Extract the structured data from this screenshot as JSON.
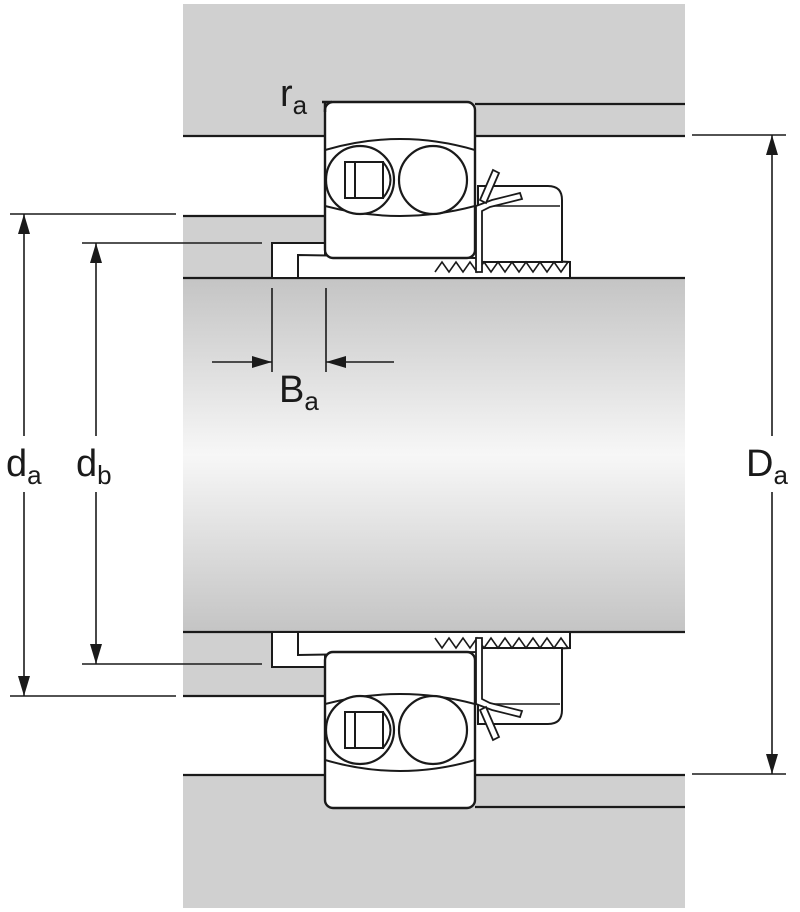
{
  "labels": {
    "ra": {
      "main": "r",
      "sub": "a"
    },
    "Ba": {
      "main": "B",
      "sub": "a"
    },
    "da": {
      "main": "d",
      "sub": "a"
    },
    "db": {
      "main": "d",
      "sub": "b"
    },
    "Da": {
      "main": "D",
      "sub": "a"
    }
  },
  "colors": {
    "housing": "#d0d0d0",
    "line": "#1a1a1a",
    "shaft_edge": "#c4c4c4",
    "shaft_mid": "#f7f7f7",
    "part_fill": "#ffffff"
  }
}
